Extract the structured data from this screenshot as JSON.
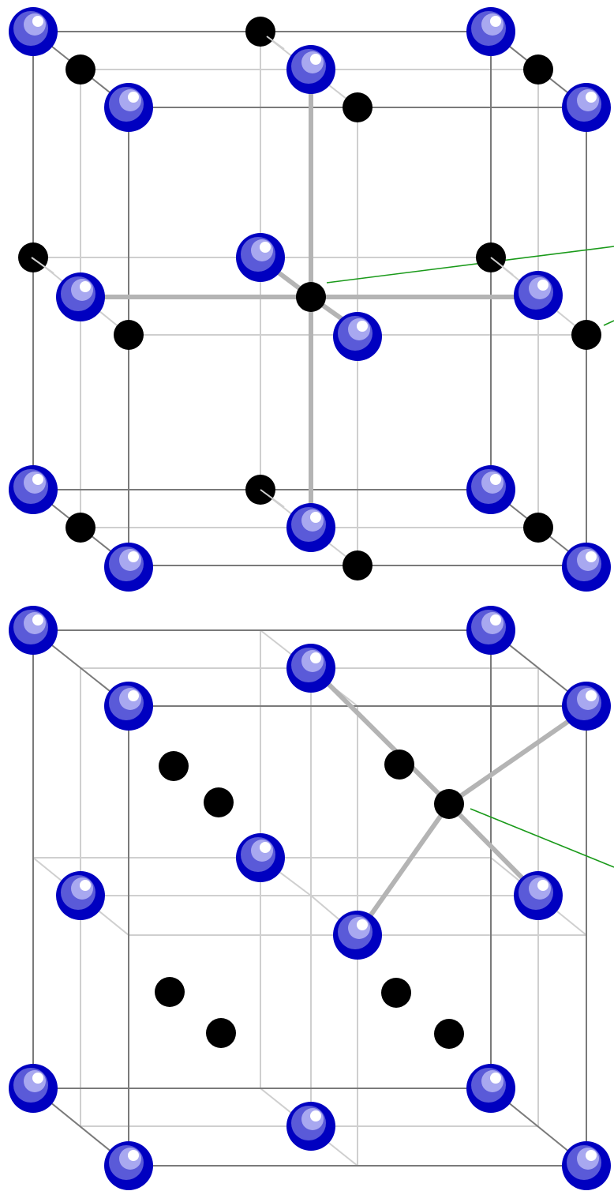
{
  "figure": {
    "panels": [
      {
        "name": "octahedral-site-panel",
        "site_type": "octahedral",
        "interstitial_marker": "black-dot",
        "lattice_atom": "blue-sphere"
      },
      {
        "name": "tetrahedral-site-panel",
        "site_type": "tetrahedral",
        "interstitial_marker": "black-dot",
        "lattice_atom": "blue-sphere"
      }
    ]
  },
  "colors": {
    "atom_dark": "#0000c0",
    "atom_mid": "#5a5ad8",
    "atom_light": "#a8a8f0",
    "atom_highlight": "#ffffff",
    "interstitial": "#000000",
    "front_edge": "#7a7a7a",
    "back_edge": "#cfcfcf",
    "bond": "#b4b4b4",
    "leader_line": "#1a9a1a"
  }
}
